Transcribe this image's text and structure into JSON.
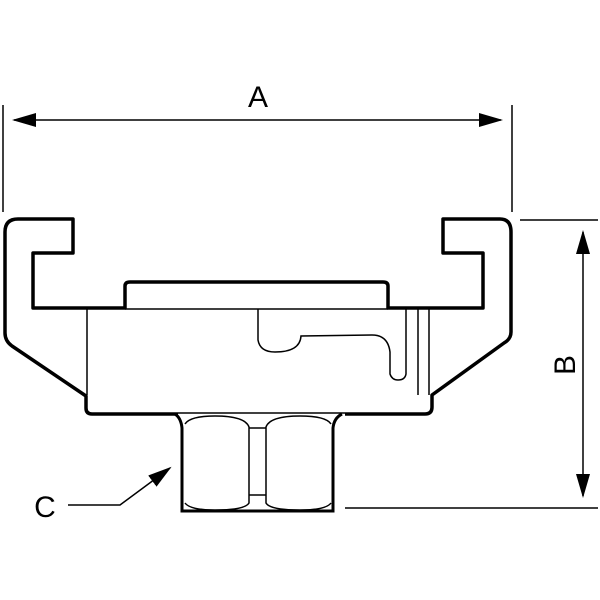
{
  "diagram": {
    "labels": {
      "a": "A",
      "b": "B",
      "c": "C"
    },
    "colors": {
      "stroke": "#000000",
      "background": "#ffffff"
    }
  }
}
